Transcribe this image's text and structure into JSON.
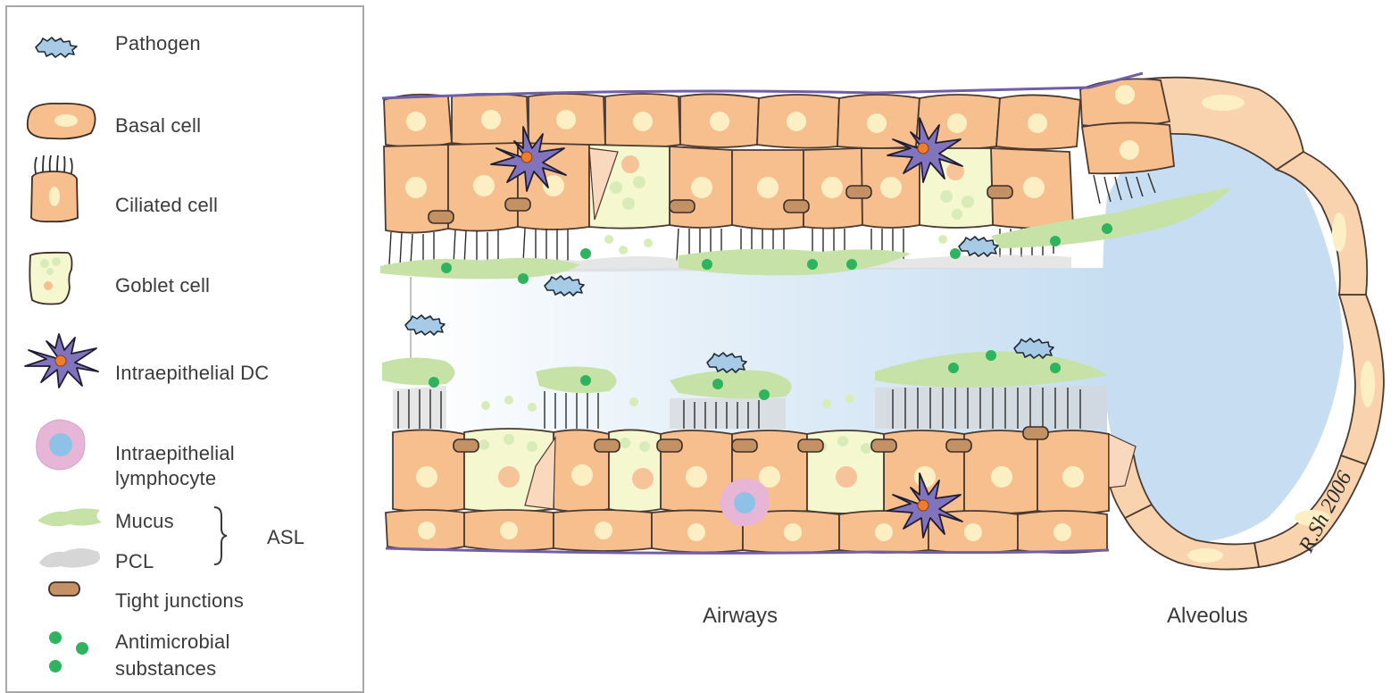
{
  "legend": {
    "items": [
      {
        "key": "pathogen",
        "label": "Pathogen"
      },
      {
        "key": "basal",
        "label": "Basal cell"
      },
      {
        "key": "ciliated",
        "label": "Ciliated cell"
      },
      {
        "key": "goblet",
        "label": "Goblet cell"
      },
      {
        "key": "dc",
        "label": "Intraepithelial DC"
      },
      {
        "key": "lymphocyte",
        "label": "Intraepithelial lymphocyte"
      },
      {
        "key": "mucus",
        "label": "Mucus"
      },
      {
        "key": "pcl",
        "label": "PCL"
      },
      {
        "key": "tight_junctions",
        "label": "Tight junctions"
      },
      {
        "key": "antimicrobial",
        "label": "Antimicrobial substances"
      }
    ],
    "lymphocyte_line1": "Intraepithelial",
    "lymphocyte_line2": "lymphocyte",
    "antimicrobial_line1": "Antimicrobial",
    "antimicrobial_line2": "substances",
    "asl_label": "ASL"
  },
  "labels": {
    "airways": "Airways",
    "alveolus": "Alveolus"
  },
  "signature": "R.Sh 2006",
  "colors": {
    "cell_fill": "#f7bf8d",
    "cell_stroke": "#4a3a32",
    "nucleus": "#fcefc4",
    "goblet_fill": "#f5f7cf",
    "goblet_dot": "#d8ecb8",
    "pathogen": "#a7cbe6",
    "dc_fill": "#8273bd",
    "dc_core": "#ef7d2a",
    "lymph_outer": "#e7b6d6",
    "lymph_inner": "#8fc1e6",
    "mucus": "#c6e2a7",
    "pcl": "#d6d6d6",
    "tight_junction": "#c49164",
    "antimicrobial": "#2fb35f",
    "lumen": "#dcebf7",
    "alveolar_cell": "#f9d2ae",
    "basement_membrane": "#6f5ea8"
  }
}
